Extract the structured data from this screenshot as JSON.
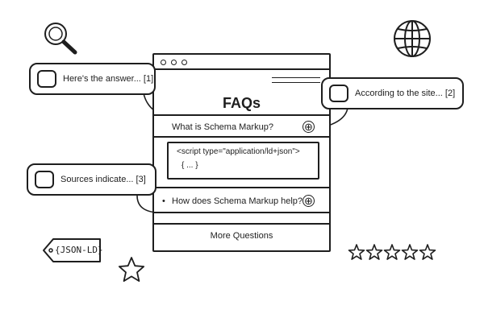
{
  "faq_window": {
    "title": "FAQs",
    "question_1": "What is Schema Markup?",
    "code_line_1": "<script type=\"application/ld+json\">",
    "code_line_2": "{ ... }",
    "question_2_bullet": "•",
    "question_2": "How does Schema Markup help?",
    "expand_symbol": "⊕",
    "more_link": "More Questions"
  },
  "bubbles": {
    "left_top": "Here's the answer... [1]",
    "right": "According to the site... [2]",
    "left_bottom": "Sources indicate... [3]"
  },
  "tag": {
    "label": "{JSON-LD}"
  },
  "rating": {
    "stars_total": 5,
    "stars_filled": 0
  },
  "icons": [
    "magnifier-icon",
    "globe-icon",
    "chat-face-icon",
    "price-tag-icon",
    "star-icon"
  ]
}
